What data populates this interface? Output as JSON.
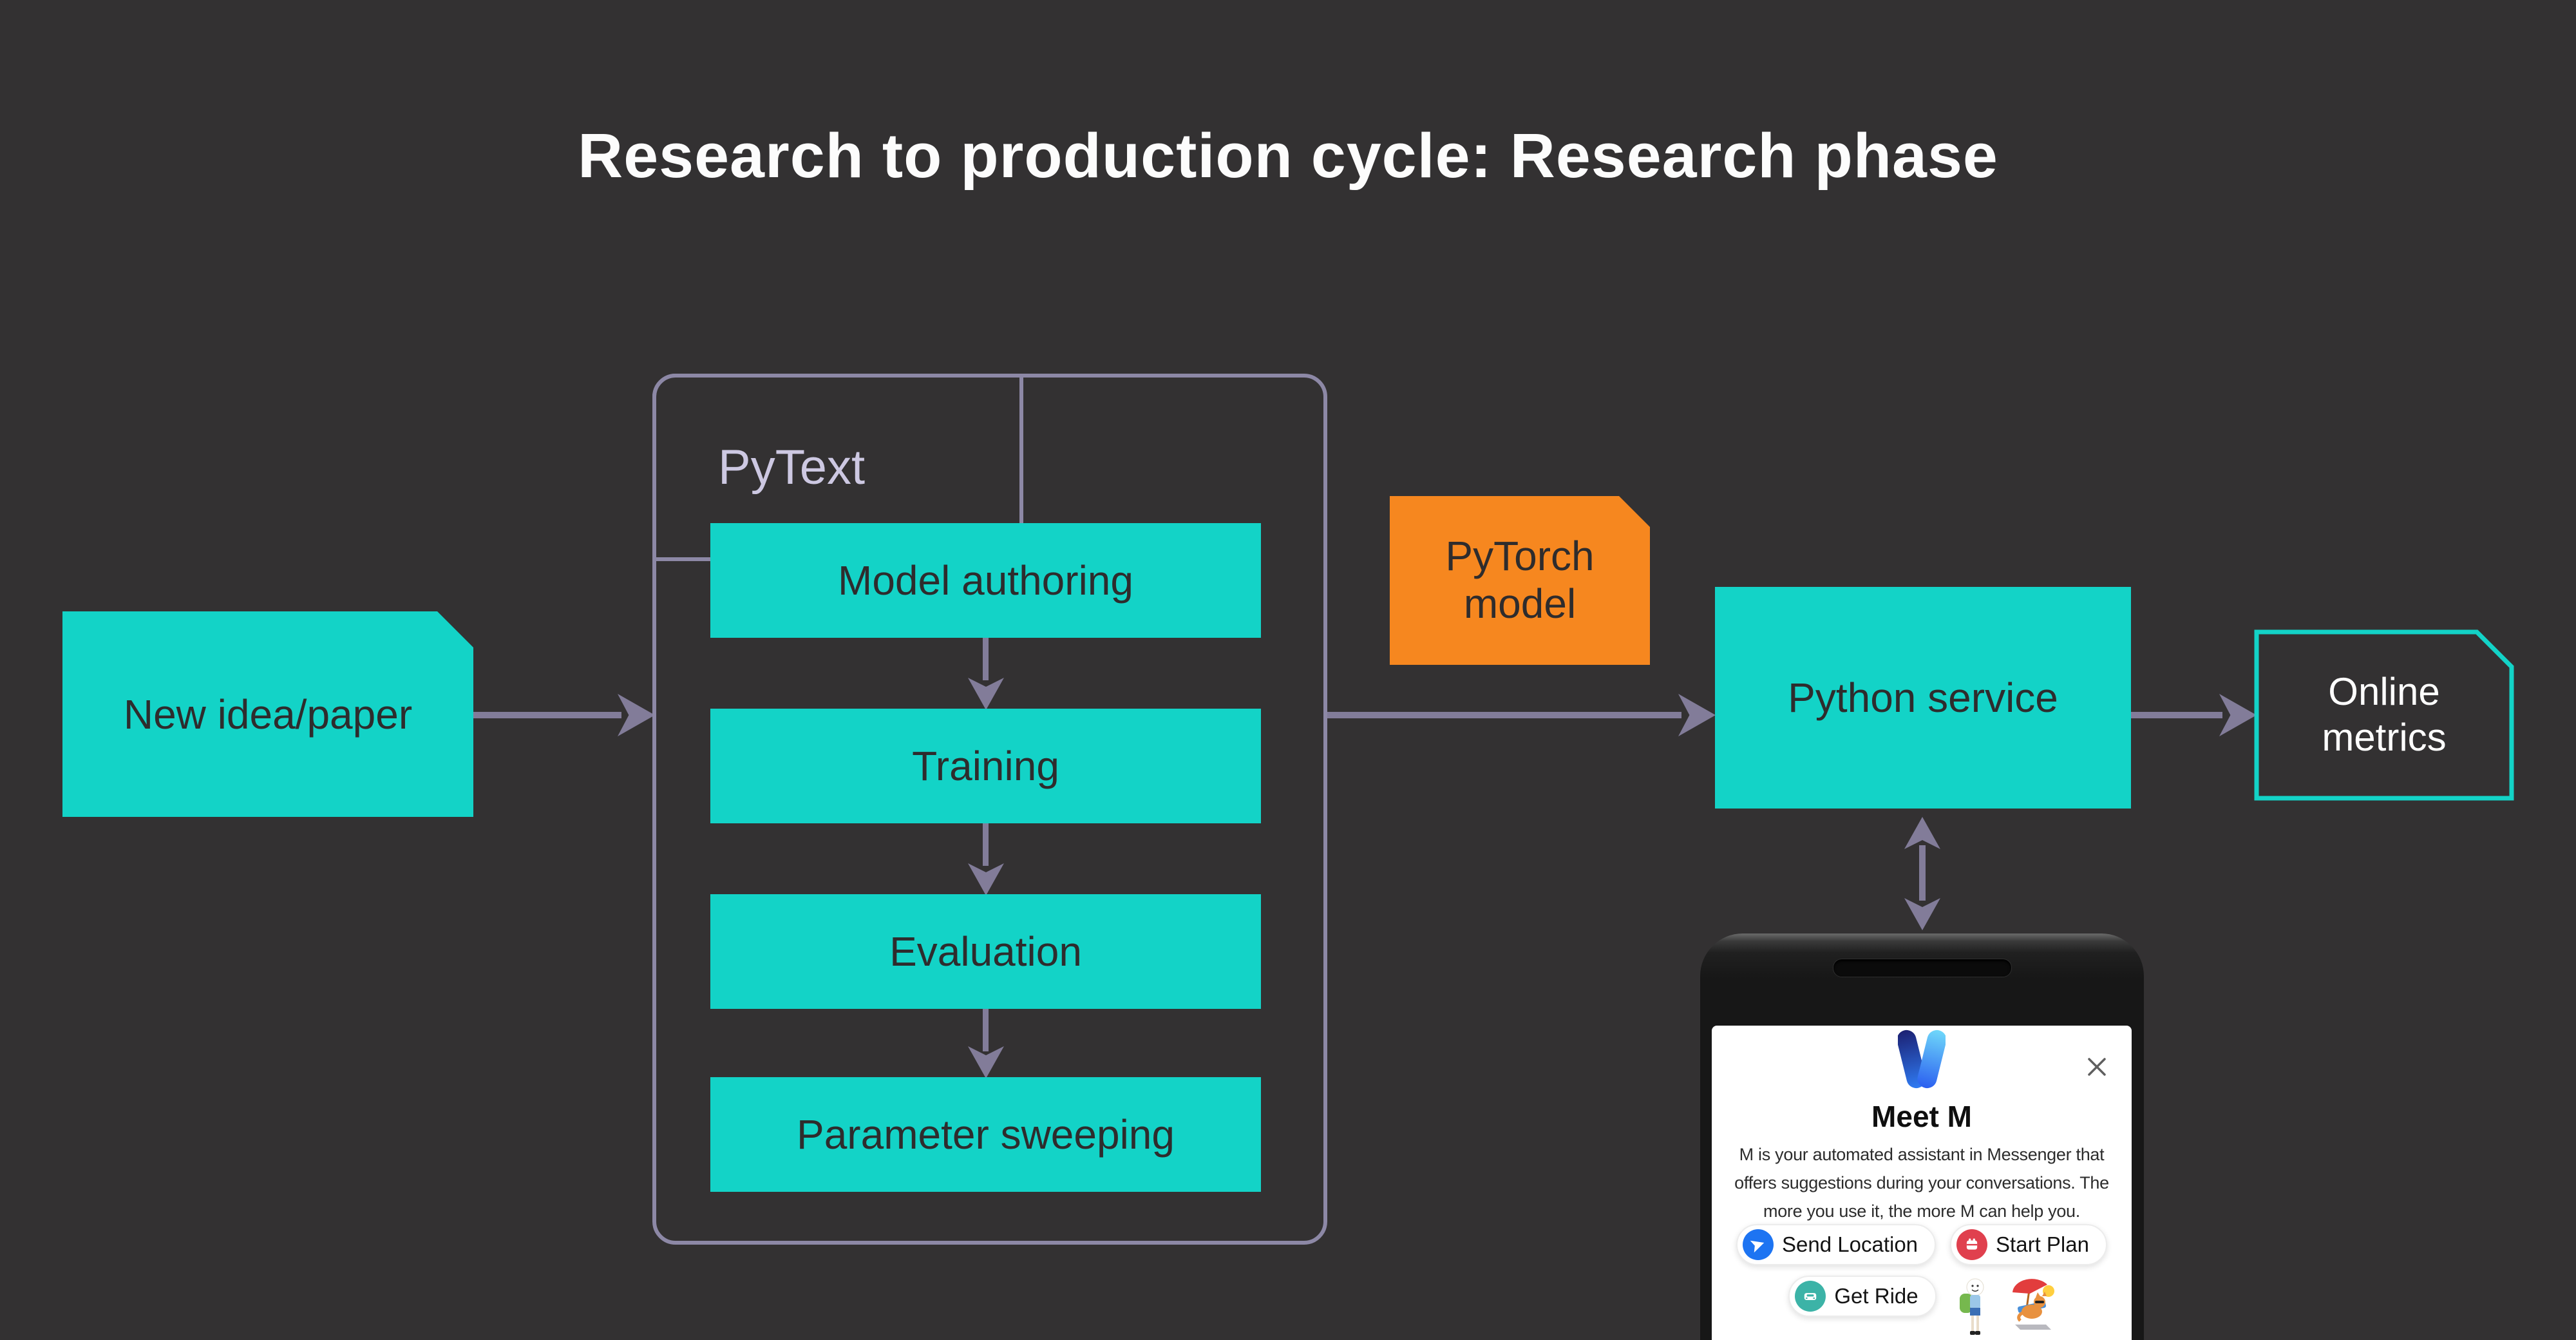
{
  "title": "Research to production cycle: Research phase",
  "colors": {
    "background": "#333132",
    "teal": "#13d3c7",
    "orange": "#f6871f",
    "connector": "#827c99",
    "container_border": "#8d88a6",
    "container_label": "#cdc8e2",
    "title_text": "#fcfcfc",
    "node_text": "#2e2c2d",
    "metrics_text": "#ffffff",
    "send_icon_bg": "#1d74f2",
    "start_plan_icon_bg": "#e0404e",
    "get_ride_icon_bg": "#3cb3a7"
  },
  "diagram": {
    "new_idea": {
      "label": "New idea/paper"
    },
    "pytext": {
      "label": "PyText",
      "steps": [
        "Model authoring",
        "Training",
        "Evaluation",
        "Parameter sweeping"
      ]
    },
    "pytorch_model": {
      "label": "PyTorch model"
    },
    "python_service": {
      "label": "Python service"
    },
    "online_metrics": {
      "label": "Online metrics"
    }
  },
  "phone": {
    "close_icon": "close-x",
    "logo_icon": "messenger-m-logo",
    "heading": "Meet M",
    "description": "M is your automated assistant in Messenger that offers suggestions during your conversations. The more you use it, the more M can help you.",
    "buttons": [
      {
        "label": "Send Location",
        "icon": "send-location-icon"
      },
      {
        "label": "Start Plan",
        "icon": "start-plan-icon"
      },
      {
        "label": "Get Ride",
        "icon": "get-ride-icon"
      }
    ],
    "stickers": [
      "finn-character-sticker",
      "fox-beach-sticker"
    ]
  }
}
